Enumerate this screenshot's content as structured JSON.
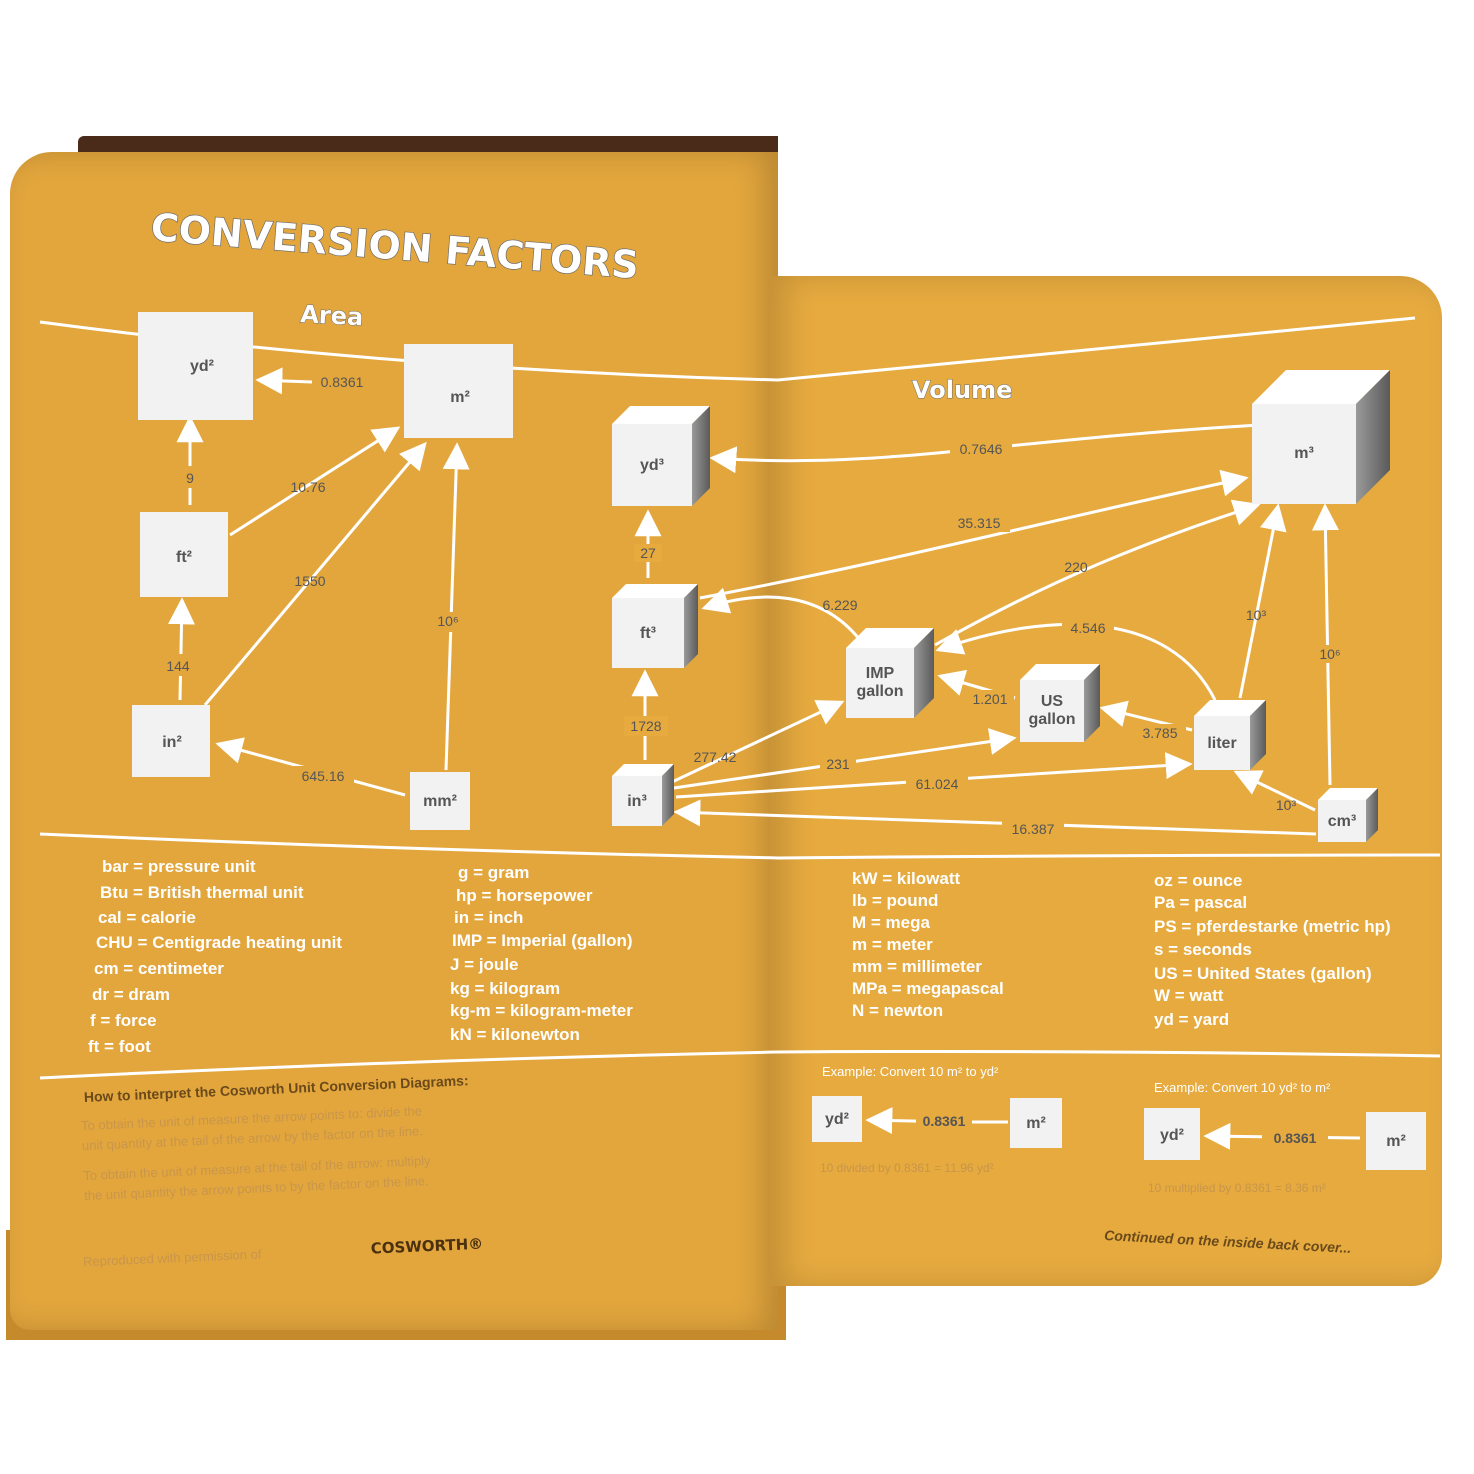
{
  "title": "CONVERSION FACTORS",
  "sections": {
    "area": "Area",
    "volume": "Volume"
  },
  "area_nodes": [
    {
      "id": "yd2",
      "label": "yd²"
    },
    {
      "id": "m2",
      "label": "m²"
    },
    {
      "id": "ft2",
      "label": "ft²"
    },
    {
      "id": "in2",
      "label": "in²"
    },
    {
      "id": "mm2",
      "label": "mm²"
    }
  ],
  "area_edges": [
    {
      "from": "m2",
      "to": "yd2",
      "factor": "0.8361"
    },
    {
      "from": "ft2",
      "to": "yd2",
      "factor": "9"
    },
    {
      "from": "ft2",
      "to": "m2",
      "factor": "10.76"
    },
    {
      "from": "in2",
      "to": "m2",
      "factor": "1550"
    },
    {
      "from": "mm2",
      "to": "m2",
      "factor": "10⁶"
    },
    {
      "from": "in2",
      "to": "ft2",
      "factor": "144"
    },
    {
      "from": "mm2",
      "to": "in2",
      "factor": "645.16"
    }
  ],
  "volume_nodes": [
    {
      "id": "yd3",
      "label": "yd³"
    },
    {
      "id": "ft3",
      "label": "ft³"
    },
    {
      "id": "in3",
      "label": "in³"
    },
    {
      "id": "imp",
      "label": "IMP gallon"
    },
    {
      "id": "us",
      "label": "US gallon"
    },
    {
      "id": "liter",
      "label": "liter"
    },
    {
      "id": "m3",
      "label": "m³"
    },
    {
      "id": "cm3",
      "label": "cm³"
    }
  ],
  "volume_edges": [
    {
      "from": "m3",
      "to": "yd3",
      "factor": "0.7646"
    },
    {
      "from": "ft3",
      "to": "m3",
      "factor": "35.315"
    },
    {
      "from": "ft3",
      "to": "yd3",
      "factor": "27"
    },
    {
      "from": "imp",
      "to": "ft3",
      "factor": "6.229"
    },
    {
      "from": "imp",
      "to": "m3",
      "factor": "220"
    },
    {
      "from": "liter",
      "to": "imp",
      "factor": "4.546"
    },
    {
      "from": "liter",
      "to": "m3",
      "factor": "10³"
    },
    {
      "from": "cm3",
      "to": "m3",
      "factor": "10⁶"
    },
    {
      "from": "in3",
      "to": "ft3",
      "factor": "1728"
    },
    {
      "from": "in3",
      "to": "imp",
      "factor": "277.42"
    },
    {
      "from": "us",
      "to": "imp",
      "factor": "1.201"
    },
    {
      "from": "in3",
      "to": "us",
      "factor": "231"
    },
    {
      "from": "liter",
      "to": "us",
      "factor": "3.785"
    },
    {
      "from": "in3",
      "to": "liter",
      "factor": "61.024"
    },
    {
      "from": "cm3",
      "to": "liter",
      "factor": "10³"
    },
    {
      "from": "cm3",
      "to": "in3",
      "factor": "16.387"
    }
  ],
  "abbreviations": [
    "bar = pressure unit",
    "Btu = British thermal unit",
    "cal = calorie",
    "CHU = Centigrade heating unit",
    "cm = centimeter",
    "dr = dram",
    "f = force",
    "ft = foot",
    "g = gram",
    "hp = horsepower",
    "in = inch",
    "IMP = Imperial (gallon)",
    "J = joule",
    "kg = kilogram",
    "kg-m = kilogram-meter",
    "kN = kilonewton",
    "kW = kilowatt",
    "lb = pound",
    "M = mega",
    "m = meter",
    "mm = millimeter",
    "MPa = megapascal",
    "N = newton",
    "oz = ounce",
    "Pa = pascal",
    "PS = pferdestarke (metric hp)",
    "s = seconds",
    "US = United States (gallon)",
    "W = watt",
    "yd = yard"
  ],
  "howto": {
    "title": "How to interpret the Cosworth Unit Conversion Diagrams:",
    "lines": [
      "To obtain the unit of measure the arrow points to: divide the",
      "unit quantity at the tail of the arrow by the factor on the line.",
      "To obtain the unit of measure at the tail of the arrow: multiply",
      "the unit quantity the arrow points to by the factor on the line."
    ],
    "reproduced": "Reproduced with permission of",
    "brand": "COSWORTH®"
  },
  "examples": [
    {
      "title": "Example: Convert 10 m² to yd²",
      "left": "yd²",
      "factor": "0.8361",
      "right": "m²",
      "note": "10 divided by 0.8361 = 11.96 yd²"
    },
    {
      "title": "Example: Convert 10 yd² to m²",
      "left": "yd²",
      "factor": "0.8361",
      "right": "m²",
      "note": "10 multiplied by 0.8361 = 8.36 m²"
    }
  ],
  "continued": "Continued on the inside back cover...",
  "colors": {
    "page": "#e3a63d",
    "arrow": "#ffffff",
    "box": "#f2f2f2",
    "cover": "#4a2a18"
  }
}
